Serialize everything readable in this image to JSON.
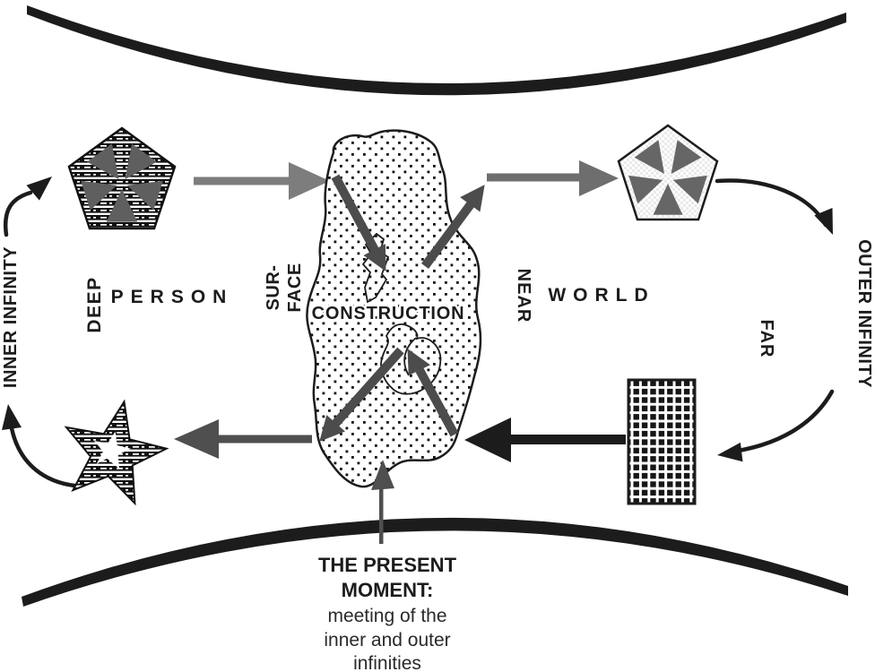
{
  "diagram": {
    "title_hint": "cycle between inner and outer infinities meeting in the present moment",
    "labels": {
      "inner_infinity": "INNER INFINITY",
      "outer_infinity": "OUTER INFINITY",
      "deep": "DEEP",
      "person": "PERSON",
      "surface_line1": "SUR-",
      "surface_line2": "FACE",
      "construction": "CONSTRUCTION",
      "near": "NEAR",
      "world": "WORLD",
      "far": "FAR"
    },
    "caption": {
      "line1": "THE PRESENT",
      "line2": "MOMENT:",
      "line3": "meeting of the",
      "line4": "inner and outer",
      "line5": "infinities"
    },
    "colors": {
      "ink": "#1c1c1c",
      "arrow_light_gray": "#7d7d7d",
      "arrow_mid_gray": "#6e6e6e",
      "arrow_dark_gray": "#4c4c4c",
      "triangle_gray": "#5f5f5f",
      "background": "#ffffff"
    },
    "shapes": [
      "striped pentagon with five inward gray wedges (deep person)",
      "light checkered pentagon with five gray wedges (near world)",
      "striped five-point star with white star hole (inner infinity side)",
      "grid-filled rectangle (far world)",
      "dotted amoeba blob (construction) with two crumpled inner shapes"
    ]
  }
}
